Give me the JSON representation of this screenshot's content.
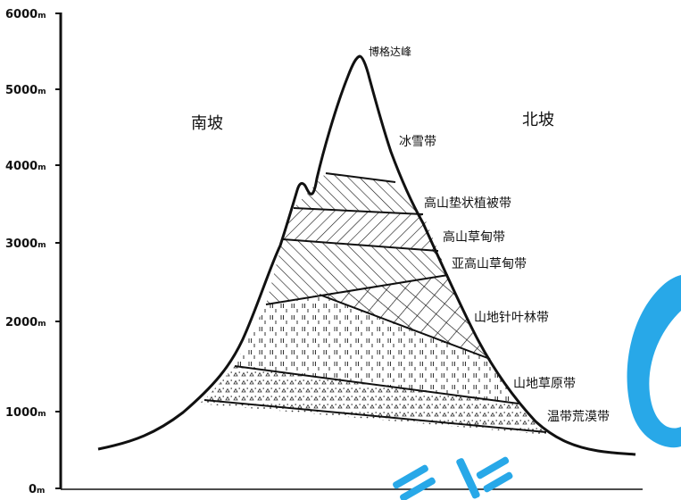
{
  "axis": {
    "unit": "m",
    "ticks": [
      {
        "value": "6000"
      },
      {
        "value": "5000"
      },
      {
        "value": "4000"
      },
      {
        "value": "3000"
      },
      {
        "value": "2000"
      },
      {
        "value": "1000"
      },
      {
        "value": "0"
      }
    ]
  },
  "labels": {
    "peak": "博格达峰",
    "south_slope": "南坡",
    "north_slope": "北坡",
    "snow_zone": "冰雪带",
    "alpine_cushion": "高山垫状植被带",
    "alpine_meadow": "高山草甸带",
    "subalpine_meadow": "亚高山草甸带",
    "coniferous_forest": "山地针叶林带",
    "mountain_steppe": "山地草原带",
    "temperate_desert": "温带荒漠带"
  },
  "colors": {
    "line": "#111111",
    "watermark": "#28a8e8"
  }
}
